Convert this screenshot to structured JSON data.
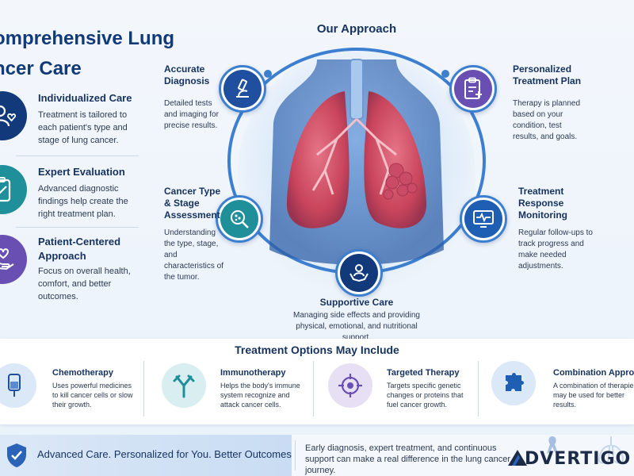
{
  "title": {
    "line1": "omprehensive Lung",
    "line2": "ncer Care"
  },
  "left_items": [
    {
      "title": "Individualized Care",
      "desc": "Treatment is tailored to each patient's type and stage of lung cancer.",
      "icon": "person-heart-icon"
    },
    {
      "title": "Expert Evaluation",
      "desc": "Advanced diagnostic findings help create the right treatment plan.",
      "icon": "clipboard-check-icon"
    },
    {
      "title": "Patient-Centered Approach",
      "desc": "Focus on overall health, comfort, and better outcomes.",
      "icon": "hand-heart-icon"
    }
  ],
  "approach": {
    "title": "Our Approach",
    "accurate": {
      "title": "Accurate Diagnosis",
      "desc": "Detailed tests and imaging for precise results."
    },
    "stage": {
      "title": "Cancer Type & Stage Assessment",
      "desc": "Understanding the type, stage, and characteristics of the tumor."
    },
    "plan": {
      "title": "Personalized Treatment Plan",
      "desc": "Therapy is planned based on your condition, test results, and goals."
    },
    "monitoring": {
      "title": "Treatment Response Monitoring",
      "desc": "Regular follow-ups to track progress and make needed adjustments."
    },
    "supportive": {
      "title": "Supportive Care",
      "desc": "Managing side effects and providing physical, emotional, and nutritional support."
    }
  },
  "options": {
    "title": "Treatment Options May Include",
    "items": [
      {
        "title": "Chemotherapy",
        "desc": "Uses powerful medicines to kill cancer cells or slow their growth."
      },
      {
        "title": "Immunotherapy",
        "desc": "Helps the body's immune system recognize and attack cancer cells."
      },
      {
        "title": "Targeted Therapy",
        "desc": "Targets specific genetic changes or proteins that fuel cancer growth."
      },
      {
        "title": "Combination Approach",
        "desc": "A combination of therapies may be used for better results."
      }
    ]
  },
  "footer": {
    "tagline": "Advanced Care. Personalized for You. Better Outcomes.",
    "message": "Early diagnosis, expert treatment, and continuous support can make a real difference in the lung cancer journey.",
    "brand": "DVERTIGO"
  },
  "colors": {
    "navy": "#123a7a",
    "blue": "#3c7fd0",
    "teal": "#1f8f9a",
    "purple": "#6a4fb3",
    "lung": "#d9566a"
  }
}
